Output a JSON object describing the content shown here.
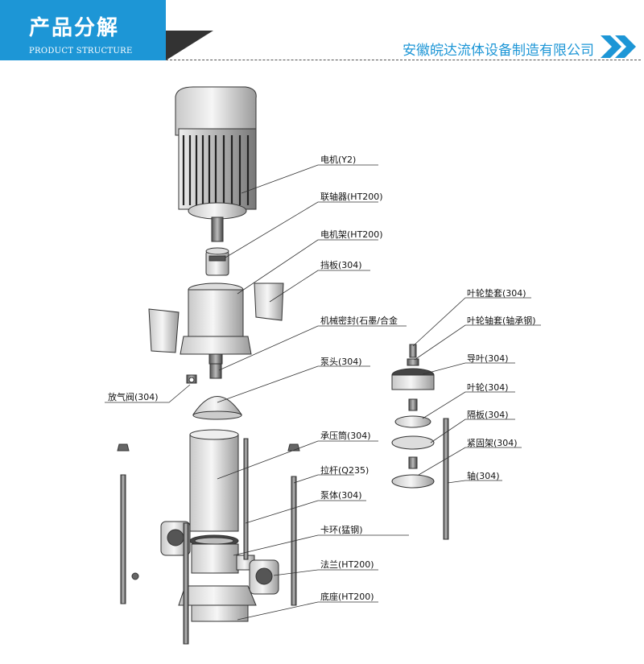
{
  "header": {
    "title": "产品分解",
    "subtitle": "PRODUCT STRUCTURE",
    "company": "安徽皖达流体设备制造有限公司",
    "accent_color": "#1d96d6",
    "chevron_icon": "double-chevron-right-icon"
  },
  "labels": {
    "motor": "电机(Y2)",
    "coupling": "联轴器(HT200)",
    "motor_frame": "电机架(HT200)",
    "baffle": "挡板(304)",
    "mech_seal": "机械密封(石墨/合金",
    "pump_head": "泵头(304)",
    "vent_valve": "放气阀(304)",
    "pressure_tube": "承压筒(304)",
    "tie_rod": "拉杆(Q235)",
    "pump_body": "泵体(304)",
    "clamp_ring": "卡环(猛钢)",
    "flange": "法兰(HT200)",
    "base": "底座(HT200)",
    "impeller_spacer": "叶轮垫套(304)",
    "impeller_bush": "叶轮轴套(轴承钢)",
    "guide_vane": "导叶(304)",
    "impeller": "叶轮(304)",
    "partition": "隔板(304)",
    "fastening_frame": "紧固架(304)",
    "shaft": "轴(304)"
  }
}
